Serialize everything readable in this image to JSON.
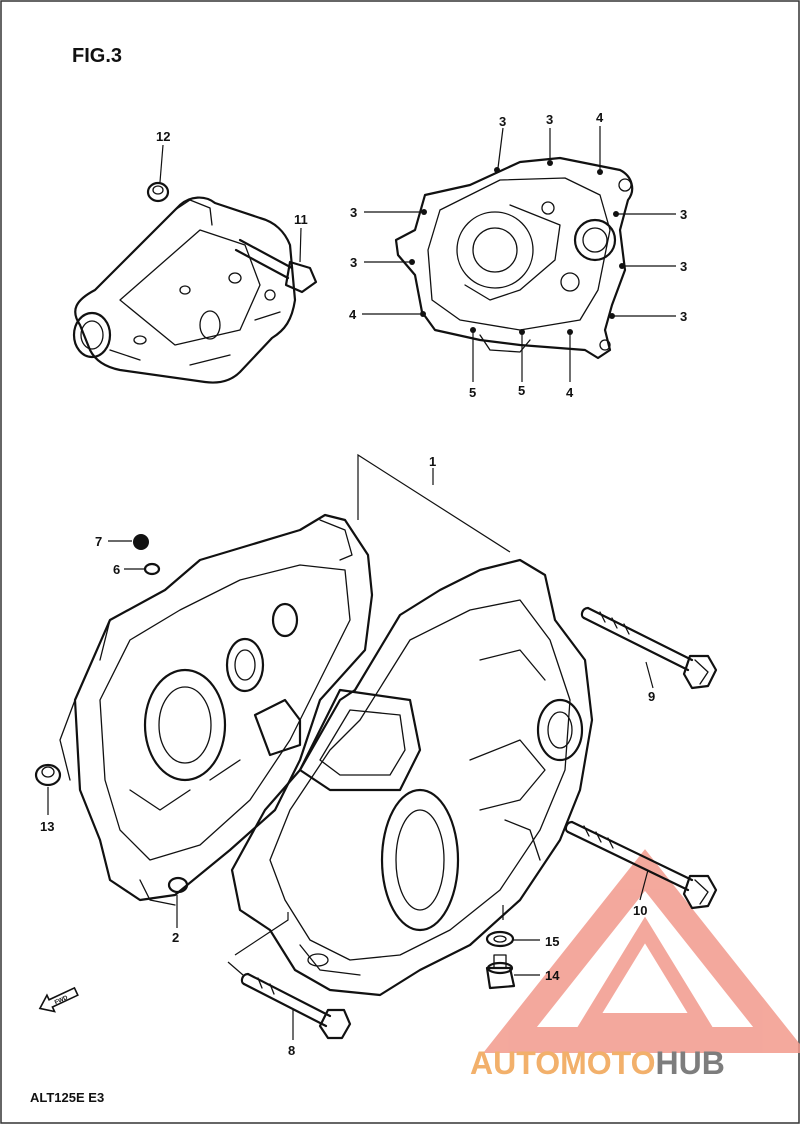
{
  "figure": {
    "title": "FIG.3",
    "model_code": "ALT125E  E3",
    "fwd_arrow_label": "FWD"
  },
  "callouts": [
    {
      "id": "12",
      "label": "12"
    },
    {
      "id": "11",
      "label": "11"
    },
    {
      "id": "3a",
      "label": "3"
    },
    {
      "id": "3b",
      "label": "3"
    },
    {
      "id": "4a",
      "label": "4"
    },
    {
      "id": "3c",
      "label": "3"
    },
    {
      "id": "3d",
      "label": "3"
    },
    {
      "id": "3e",
      "label": "3"
    },
    {
      "id": "3f",
      "label": "3"
    },
    {
      "id": "3g",
      "label": "3"
    },
    {
      "id": "4b",
      "label": "4"
    },
    {
      "id": "3h",
      "label": "3"
    },
    {
      "id": "5a",
      "label": "5"
    },
    {
      "id": "5b",
      "label": "5"
    },
    {
      "id": "4c",
      "label": "4"
    },
    {
      "id": "1",
      "label": "1"
    },
    {
      "id": "7",
      "label": "7"
    },
    {
      "id": "6",
      "label": "6"
    },
    {
      "id": "9",
      "label": "9"
    },
    {
      "id": "13",
      "label": "13"
    },
    {
      "id": "2",
      "label": "2"
    },
    {
      "id": "10",
      "label": "10"
    },
    {
      "id": "15",
      "label": "15"
    },
    {
      "id": "14",
      "label": "14"
    },
    {
      "id": "8",
      "label": "8"
    }
  ],
  "watermark": {
    "part1": "AUTOMOTO",
    "part2": "HUB",
    "color_primary": "#f29a8c",
    "color_secondary": "#f7c27a",
    "color_dark": "#8a8a8a"
  }
}
